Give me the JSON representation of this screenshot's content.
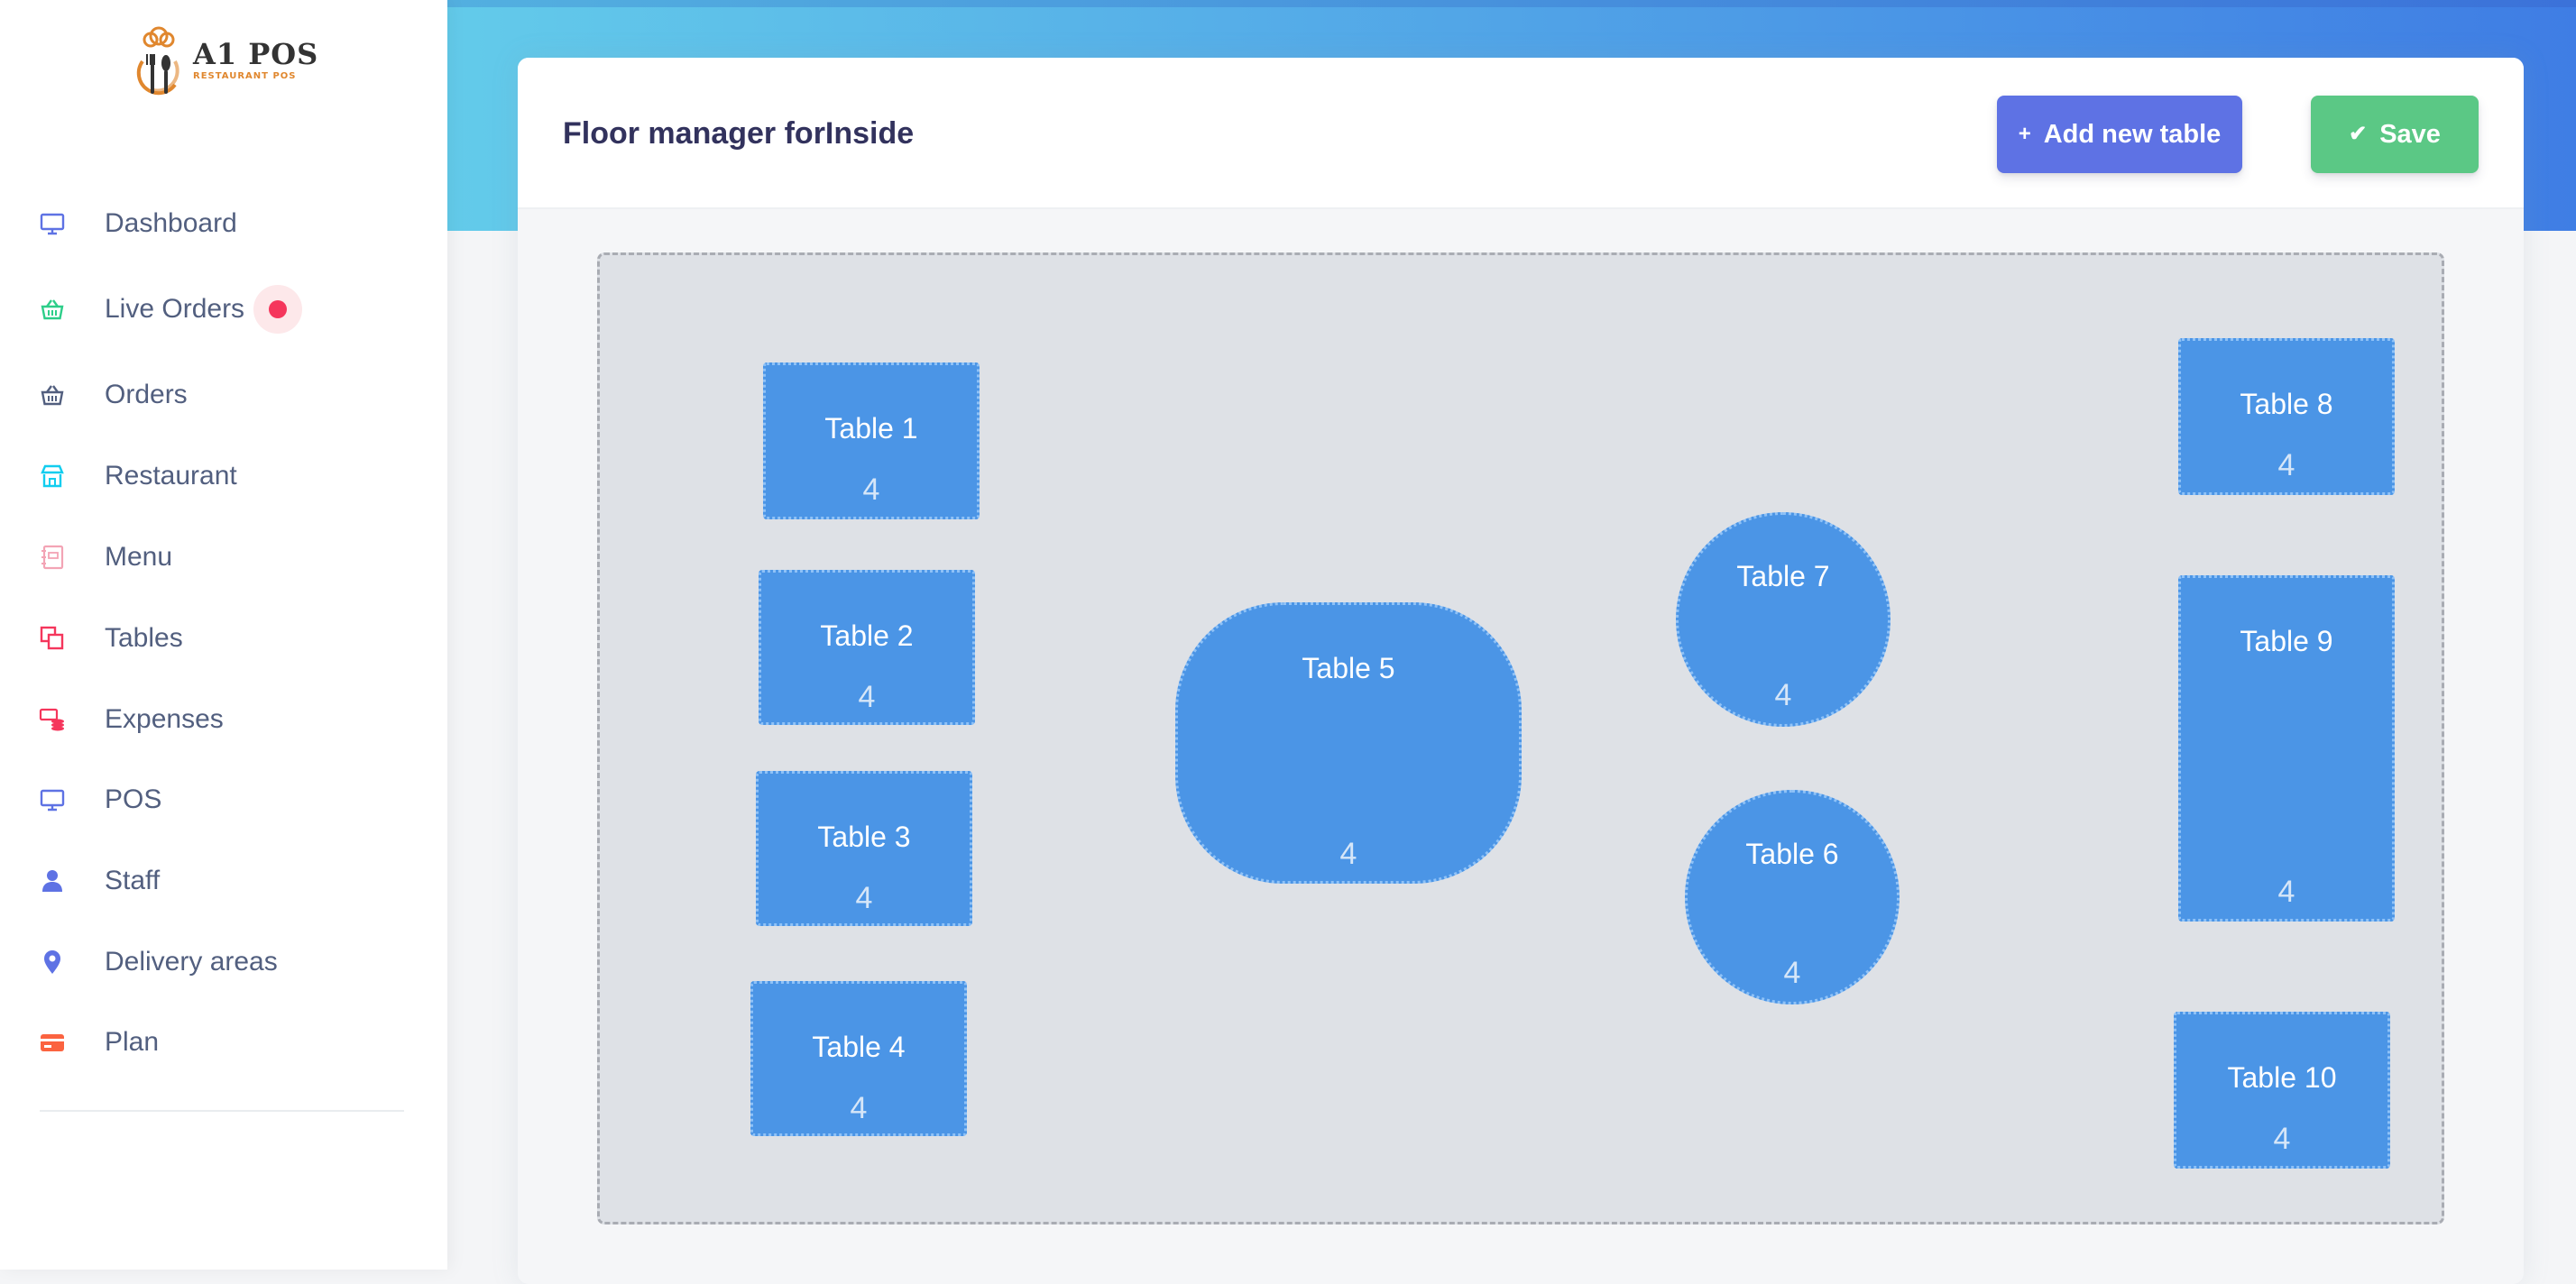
{
  "app": {
    "logo_title": "A1 POS",
    "logo_subtitle": "RESTAURANT POS"
  },
  "sidebar": {
    "items": [
      {
        "label": "Dashboard",
        "icon": "monitor-icon",
        "color": "#5e72e4"
      },
      {
        "label": "Live Orders",
        "icon": "basket-icon",
        "color": "#2dce89",
        "badge": true
      },
      {
        "label": "Orders",
        "icon": "basket-icon",
        "color": "#525f7f"
      },
      {
        "label": "Restaurant",
        "icon": "store-icon",
        "color": "#11cdef"
      },
      {
        "label": "Menu",
        "icon": "menu-book-icon",
        "color": "#f3a4b5"
      },
      {
        "label": "Tables",
        "icon": "tables-icon",
        "color": "#f5365c"
      },
      {
        "label": "Expenses",
        "icon": "money-stack-icon",
        "color": "#f5365c"
      },
      {
        "label": "POS",
        "icon": "monitor-icon",
        "color": "#5e72e4"
      },
      {
        "label": "Staff",
        "icon": "user-icon",
        "color": "#5e72e4"
      },
      {
        "label": "Delivery areas",
        "icon": "map-pin-icon",
        "color": "#5e72e4"
      },
      {
        "label": "Plan",
        "icon": "credit-card-icon",
        "color": "#fb6340"
      }
    ]
  },
  "card": {
    "title": "Floor manager forInside",
    "add_button": "Add new table",
    "save_button": "Save"
  },
  "colors": {
    "header_gradient_start": "#63cbea",
    "header_gradient_end": "#3f7de4",
    "add_button": "#5e72e4",
    "save_button": "#5bc885",
    "table_fill": "#4b95e6",
    "floor": "#dee1e6"
  },
  "tables": [
    {
      "name": "Table 1",
      "seats": "4",
      "shape": "rect"
    },
    {
      "name": "Table 2",
      "seats": "4",
      "shape": "rect"
    },
    {
      "name": "Table 3",
      "seats": "4",
      "shape": "rect"
    },
    {
      "name": "Table 4",
      "seats": "4",
      "shape": "rect"
    },
    {
      "name": "Table 5",
      "seats": "4",
      "shape": "rounded"
    },
    {
      "name": "Table 6",
      "seats": "4",
      "shape": "circle"
    },
    {
      "name": "Table 7",
      "seats": "4",
      "shape": "circle"
    },
    {
      "name": "Table 8",
      "seats": "4",
      "shape": "rect"
    },
    {
      "name": "Table 9",
      "seats": "4",
      "shape": "rect"
    },
    {
      "name": "Table 10",
      "seats": "4",
      "shape": "rect"
    }
  ]
}
